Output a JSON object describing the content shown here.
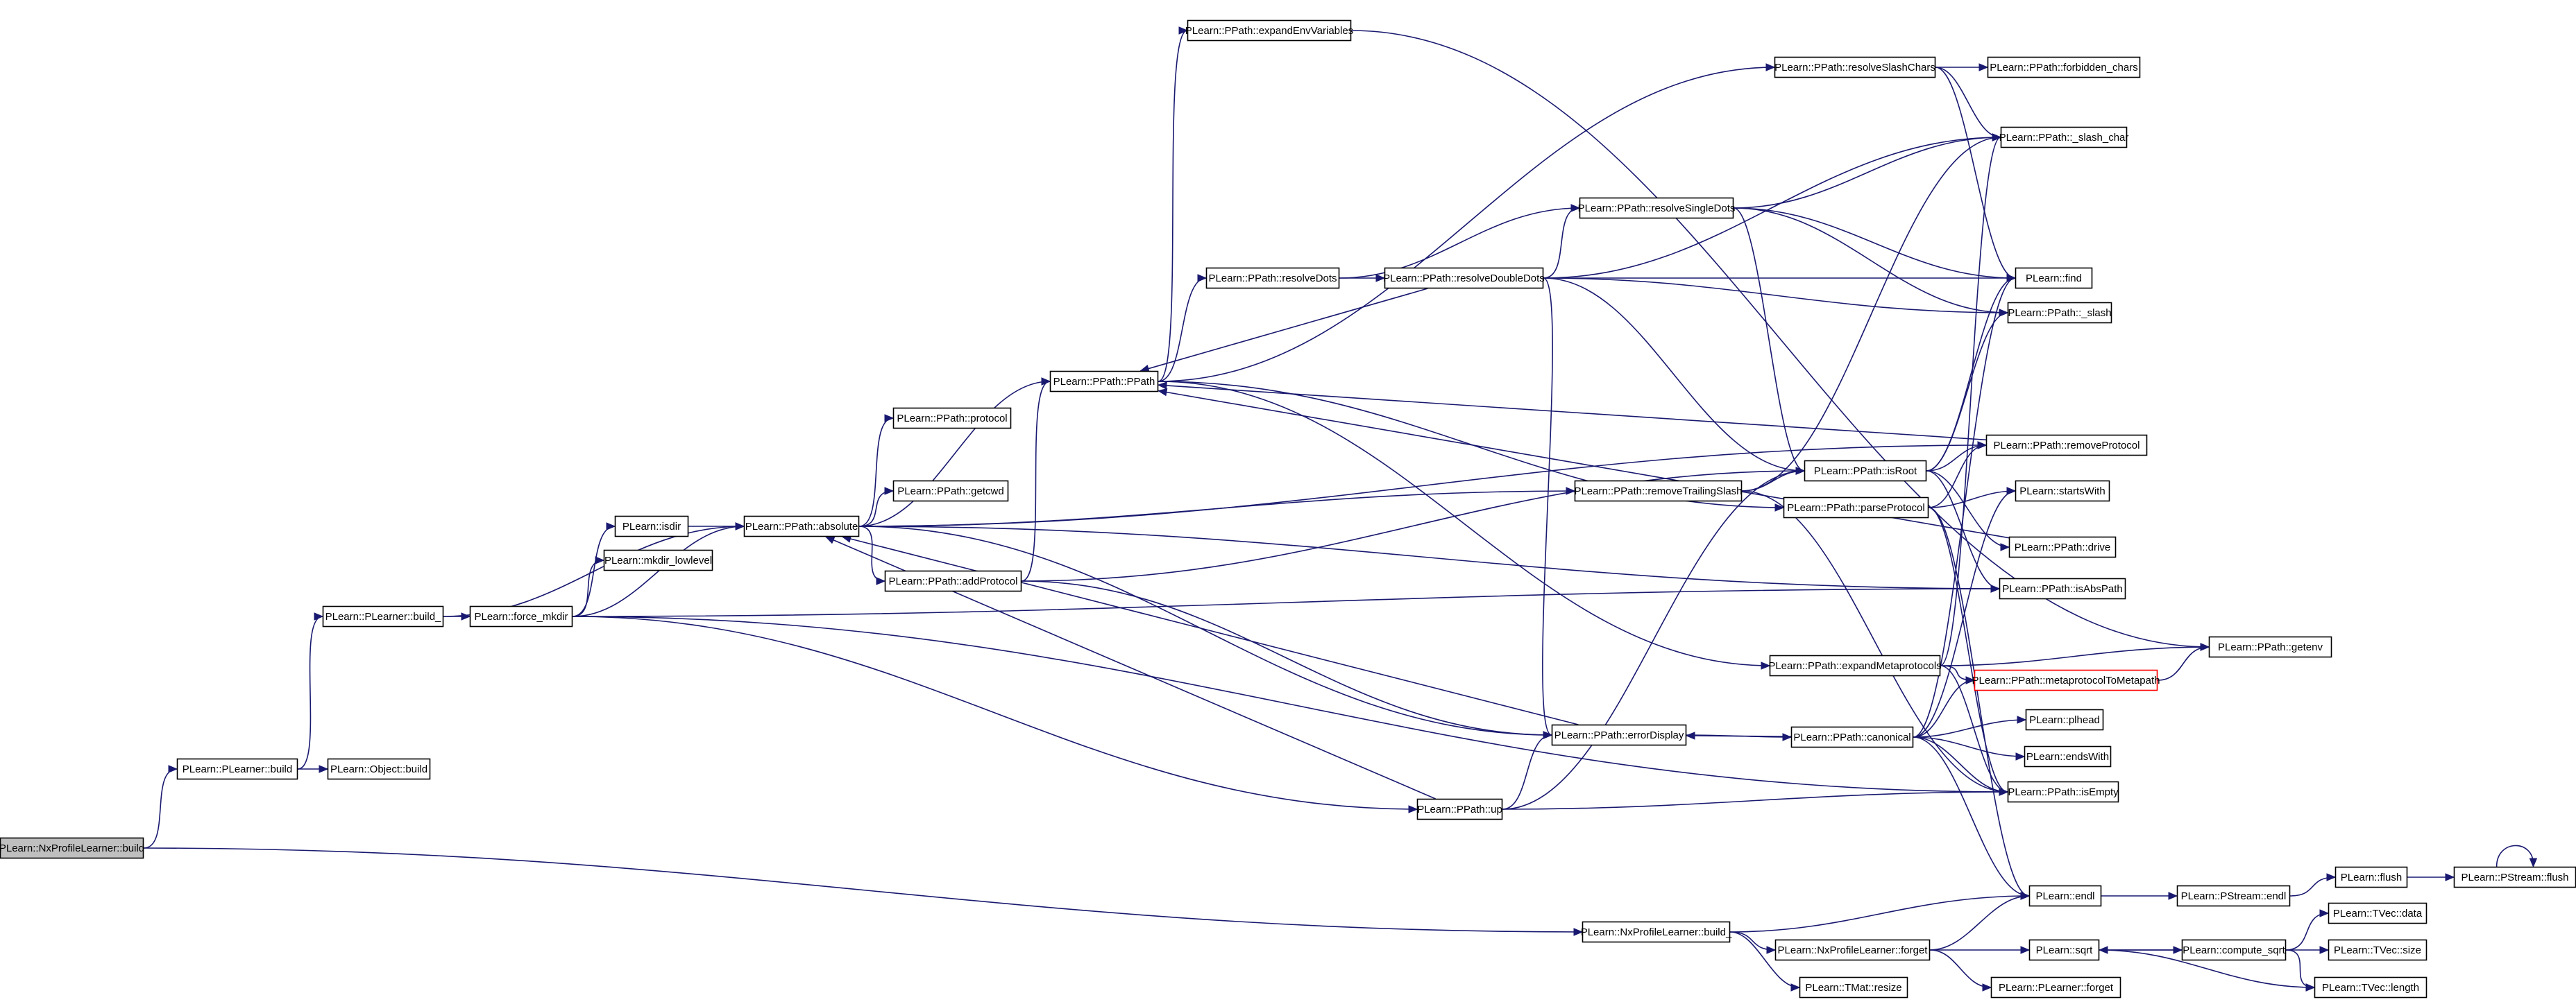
{
  "diagram": {
    "root_node": "nxprofilelearner-build",
    "colors": {
      "edge": "#191970",
      "root_fill": "#bfbfbf",
      "box_border": "#000000",
      "truncated_border": "#ff0000"
    },
    "nodes": [
      {
        "id": "nxprofilelearner-build",
        "label": "PLearn::NxProfileLearner::build",
        "style": "root"
      },
      {
        "id": "plearner-build",
        "label": "PLearn::PLearner::build"
      },
      {
        "id": "object-build",
        "label": "PLearn::Object::build"
      },
      {
        "id": "plearner-build_",
        "label": "PLearn::PLearner::build_"
      },
      {
        "id": "force_mkdir",
        "label": "PLearn::force_mkdir"
      },
      {
        "id": "isdir",
        "label": "PLearn::isdir"
      },
      {
        "id": "mkdir_lowlevel",
        "label": "PLearn::mkdir_lowlevel"
      },
      {
        "id": "absolute",
        "label": "PLearn::PPath::absolute"
      },
      {
        "id": "protocol",
        "label": "PLearn::PPath::protocol"
      },
      {
        "id": "getcwd",
        "label": "PLearn::PPath::getcwd"
      },
      {
        "id": "addprotocol",
        "label": "PLearn::PPath::addProtocol"
      },
      {
        "id": "ppath",
        "label": "PLearn::PPath::PPath"
      },
      {
        "id": "expandenvvariables",
        "label": "PLearn::PPath::expandEnvVariables"
      },
      {
        "id": "resolvedots",
        "label": "PLearn::PPath::resolveDots"
      },
      {
        "id": "resolvedoubledots",
        "label": "PLearn::PPath::resolveDoubleDots"
      },
      {
        "id": "resolvesingledots",
        "label": "PLearn::PPath::resolveSingleDots"
      },
      {
        "id": "resolveslashchars",
        "label": "PLearn::PPath::resolveSlashChars"
      },
      {
        "id": "forbidden_chars",
        "label": "PLearn::PPath::forbidden_chars"
      },
      {
        "id": "slash_char",
        "label": "PLearn::PPath::_slash_char"
      },
      {
        "id": "find",
        "label": "PLearn::find"
      },
      {
        "id": "slash",
        "label": "PLearn::PPath::_slash"
      },
      {
        "id": "removeprotocol",
        "label": "PLearn::PPath::removeProtocol"
      },
      {
        "id": "isroot",
        "label": "PLearn::PPath::isRoot"
      },
      {
        "id": "removetrailingslash",
        "label": "PLearn::PPath::removeTrailingSlash"
      },
      {
        "id": "parseprotocol",
        "label": "PLearn::PPath::parseProtocol"
      },
      {
        "id": "startswith",
        "label": "PLearn::startsWith"
      },
      {
        "id": "drive",
        "label": "PLearn::PPath::drive"
      },
      {
        "id": "isabspath",
        "label": "PLearn::PPath::isAbsPath"
      },
      {
        "id": "expandmetaprotocols",
        "label": "PLearn::PPath::expandMetaprotocols"
      },
      {
        "id": "metaprotocoltometapath",
        "label": "PLearn::PPath::metaprotocolToMetapath",
        "style": "truncated"
      },
      {
        "id": "getenv",
        "label": "PLearn::PPath::getenv"
      },
      {
        "id": "errordisplay",
        "label": "PLearn::PPath::errorDisplay"
      },
      {
        "id": "canonical",
        "label": "PLearn::PPath::canonical"
      },
      {
        "id": "plhead",
        "label": "PLearn::plhead"
      },
      {
        "id": "endswith",
        "label": "PLearn::endsWith"
      },
      {
        "id": "up",
        "label": "PLearn::PPath::up"
      },
      {
        "id": "isempty",
        "label": "PLearn::PPath::isEmpty"
      },
      {
        "id": "nxprofilelearner-build_",
        "label": "PLearn::NxProfileLearner::build_"
      },
      {
        "id": "endl",
        "label": "PLearn::endl"
      },
      {
        "id": "pstream-endl",
        "label": "PLearn::PStream::endl"
      },
      {
        "id": "flush",
        "label": "PLearn::flush"
      },
      {
        "id": "pstream-flush",
        "label": "PLearn::PStream::flush"
      },
      {
        "id": "nxprofilelearner-forget",
        "label": "PLearn::NxProfileLearner::forget"
      },
      {
        "id": "plearner-forget",
        "label": "PLearn::PLearner::forget"
      },
      {
        "id": "tmat-resize",
        "label": "PLearn::TMat::resize"
      },
      {
        "id": "sqrt",
        "label": "PLearn::sqrt"
      },
      {
        "id": "compute_sqrt",
        "label": "PLearn::compute_sqrt"
      },
      {
        "id": "tvec-data",
        "label": "PLearn::TVec::data"
      },
      {
        "id": "tvec-size",
        "label": "PLearn::TVec::size"
      },
      {
        "id": "tvec-length",
        "label": "PLearn::TVec::length"
      }
    ],
    "edges": [
      [
        "nxprofilelearner-build",
        "plearner-build"
      ],
      [
        "nxprofilelearner-build",
        "nxprofilelearner-build_"
      ],
      [
        "plearner-build",
        "object-build"
      ],
      [
        "plearner-build",
        "plearner-build_"
      ],
      [
        "plearner-build_",
        "absolute"
      ],
      [
        "plearner-build_",
        "force_mkdir"
      ],
      [
        "force_mkdir",
        "isdir"
      ],
      [
        "force_mkdir",
        "mkdir_lowlevel"
      ],
      [
        "force_mkdir",
        "absolute"
      ],
      [
        "force_mkdir",
        "isabspath"
      ],
      [
        "force_mkdir",
        "up"
      ],
      [
        "force_mkdir",
        "isempty"
      ],
      [
        "isdir",
        "absolute"
      ],
      [
        "absolute",
        "ppath"
      ],
      [
        "absolute",
        "protocol"
      ],
      [
        "absolute",
        "getcwd"
      ],
      [
        "absolute",
        "addprotocol"
      ],
      [
        "absolute",
        "removeprotocol"
      ],
      [
        "absolute",
        "removetrailingslash"
      ],
      [
        "absolute",
        "isabspath"
      ],
      [
        "absolute",
        "errordisplay"
      ],
      [
        "addprotocol",
        "ppath"
      ],
      [
        "addprotocol",
        "isroot"
      ],
      [
        "addprotocol",
        "errordisplay"
      ],
      [
        "ppath",
        "expandenvvariables"
      ],
      [
        "ppath",
        "resolvedots"
      ],
      [
        "ppath",
        "resolveslashchars"
      ],
      [
        "ppath",
        "parseprotocol"
      ],
      [
        "ppath",
        "expandmetaprotocols"
      ],
      [
        "expandenvvariables",
        "getenv"
      ],
      [
        "resolvedots",
        "resolvesingledots"
      ],
      [
        "resolvedots",
        "resolvedoubledots"
      ],
      [
        "resolvedoubledots",
        "ppath"
      ],
      [
        "resolvedoubledots",
        "resolvesingledots"
      ],
      [
        "resolvedoubledots",
        "slash_char"
      ],
      [
        "resolvedoubledots",
        "find"
      ],
      [
        "resolvedoubledots",
        "slash"
      ],
      [
        "resolvedoubledots",
        "isroot"
      ],
      [
        "resolvedoubledots",
        "errordisplay"
      ],
      [
        "resolvesingledots",
        "slash_char"
      ],
      [
        "resolvesingledots",
        "find"
      ],
      [
        "resolvesingledots",
        "slash"
      ],
      [
        "resolvesingledots",
        "isroot"
      ],
      [
        "resolveslashchars",
        "forbidden_chars"
      ],
      [
        "resolveslashchars",
        "slash_char"
      ],
      [
        "resolveslashchars",
        "find"
      ],
      [
        "removeprotocol",
        "ppath"
      ],
      [
        "removetrailingslash",
        "slash_char"
      ],
      [
        "removetrailingslash",
        "isroot"
      ],
      [
        "removetrailingslash",
        "isempty"
      ],
      [
        "isroot",
        "find"
      ],
      [
        "isroot",
        "slash"
      ],
      [
        "isroot",
        "removeprotocol"
      ],
      [
        "isroot",
        "isabspath"
      ],
      [
        "isroot",
        "drive"
      ],
      [
        "parseprotocol",
        "removeprotocol"
      ],
      [
        "parseprotocol",
        "startswith"
      ],
      [
        "parseprotocol",
        "isempty"
      ],
      [
        "parseprotocol",
        "endl"
      ],
      [
        "drive",
        "ppath"
      ],
      [
        "expandmetaprotocols",
        "slash_char"
      ],
      [
        "expandmetaprotocols",
        "getenv"
      ],
      [
        "expandmetaprotocols",
        "metaprotocoltometapath"
      ],
      [
        "expandmetaprotocols",
        "isempty"
      ],
      [
        "metaprotocoltometapath",
        "getenv"
      ],
      [
        "errordisplay",
        "canonical"
      ],
      [
        "errordisplay",
        "absolute"
      ],
      [
        "canonical",
        "metaprotocoltometapath"
      ],
      [
        "canonical",
        "plhead"
      ],
      [
        "canonical",
        "endswith"
      ],
      [
        "canonical",
        "isempty"
      ],
      [
        "canonical",
        "find"
      ],
      [
        "canonical",
        "startswith"
      ],
      [
        "canonical",
        "errordisplay"
      ],
      [
        "canonical",
        "endl"
      ],
      [
        "up",
        "isroot"
      ],
      [
        "up",
        "errordisplay"
      ],
      [
        "up",
        "isempty"
      ],
      [
        "up",
        "absolute"
      ],
      [
        "nxprofilelearner-build_",
        "endl"
      ],
      [
        "nxprofilelearner-build_",
        "nxprofilelearner-forget"
      ],
      [
        "nxprofilelearner-build_",
        "tmat-resize"
      ],
      [
        "nxprofilelearner-forget",
        "plearner-forget"
      ],
      [
        "nxprofilelearner-forget",
        "sqrt"
      ],
      [
        "nxprofilelearner-forget",
        "endl"
      ],
      [
        "endl",
        "pstream-endl"
      ],
      [
        "pstream-endl",
        "flush"
      ],
      [
        "flush",
        "pstream-flush"
      ],
      [
        "pstream-flush",
        "pstream-flush"
      ],
      [
        "sqrt",
        "compute_sqrt"
      ],
      [
        "sqrt",
        "tvec-length"
      ],
      [
        "compute_sqrt",
        "sqrt"
      ],
      [
        "compute_sqrt",
        "tvec-data"
      ],
      [
        "compute_sqrt",
        "tvec-size"
      ],
      [
        "compute_sqrt",
        "tvec-length"
      ]
    ]
  }
}
